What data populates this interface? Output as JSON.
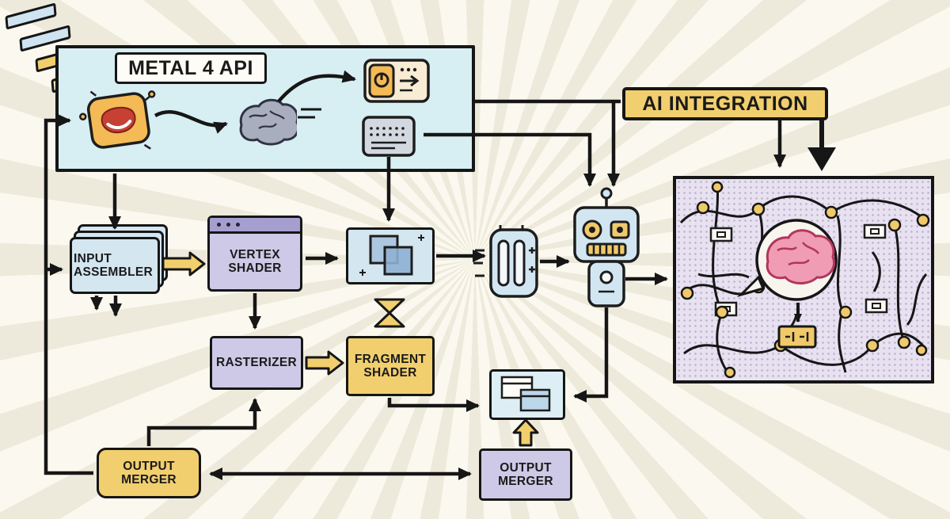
{
  "metal_api": {
    "title": "METAL 4 API"
  },
  "ai_integration": {
    "title": "AI INTEGRATION"
  },
  "pipeline": {
    "input_assembler": "INPUT ASSEMBLER",
    "vertex_shader": "VERTEX SHADER",
    "rasterizer": "RASTERIZER",
    "fragment_shader": "FRAGMENT SHADER",
    "output_merger_left": "OUTPUT MERGER",
    "output_merger_right": "OUTPUT MERGER"
  },
  "icons": [
    "creature-icon",
    "brain-icon",
    "accelerator-device-icon",
    "keypad-icon",
    "geometry-layers-icon",
    "compute-units-icon",
    "robot-icon",
    "hourglass-icon",
    "tile-stack-icon",
    "render-windows-icon",
    "neural-network-graph",
    "brain-core-icon",
    "memory-chip-icon"
  ],
  "colors": {
    "background": "#fbf9ef",
    "ray": "#eeeadb",
    "ink": "#161616",
    "metal_panel": "#d7eef3",
    "yellow": "#f2cf6e",
    "lavender": "#cdc9e6",
    "blue": "#d4e6f0",
    "ai_panel": "#e7e1f0",
    "brain_pink": "#ef9cb4",
    "red_accent": "#c64034",
    "orange": "#f3ba55"
  }
}
